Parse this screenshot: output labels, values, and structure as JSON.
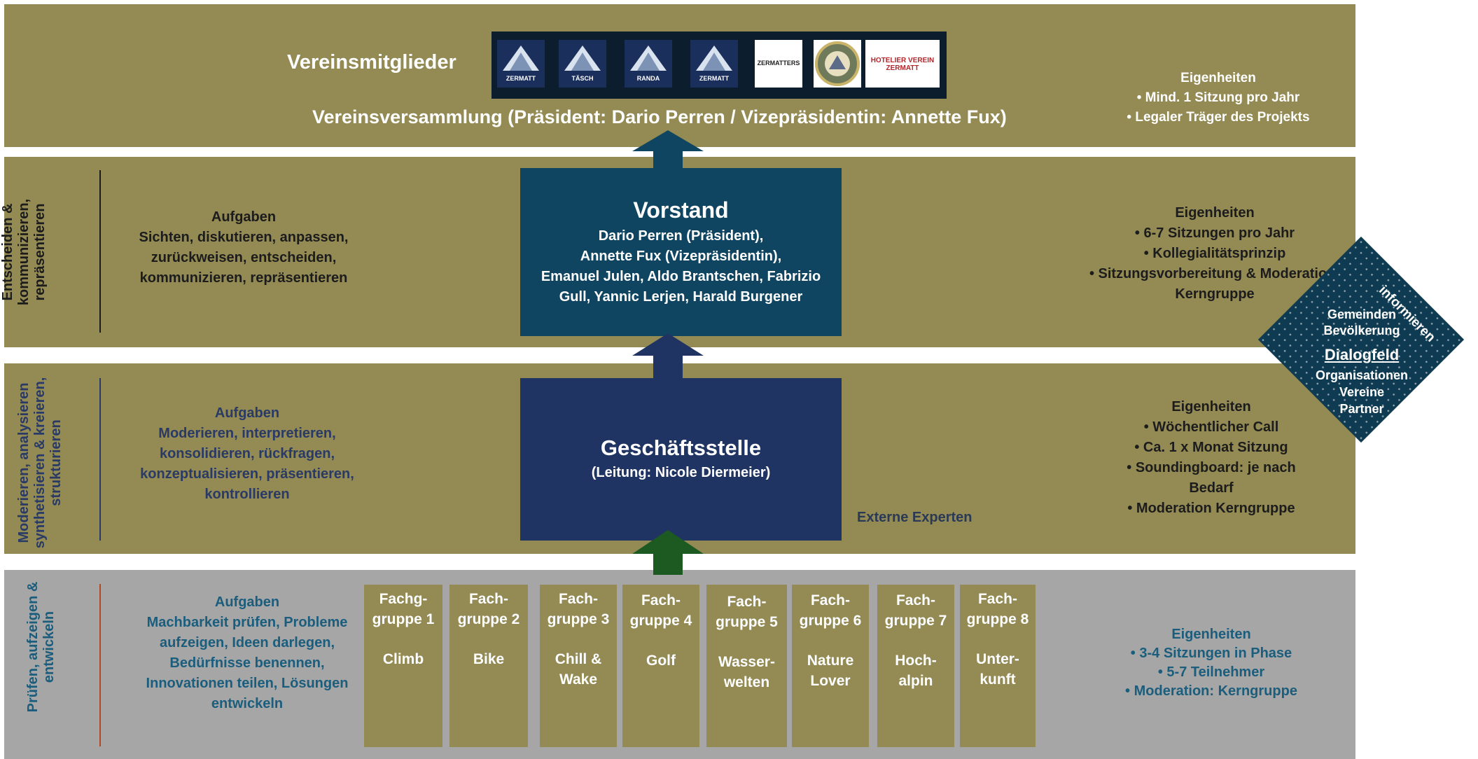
{
  "colors": {
    "olive_band": "#938a54",
    "grey_band": "#a6a6a6",
    "board_box": "#0f4561",
    "office_box": "#1f3462",
    "arrow_board": "#0f4561",
    "arrow_office": "#1f3462",
    "arrow_groups": "#1c5a22",
    "text_dark": "#1c1c1c",
    "text_navy": "#2a3a66",
    "text_teal": "#1b5d7d"
  },
  "members": {
    "title": "Vereinsmitglieder",
    "assembly": "Vereinsversammlung (Präsident: Dario Perren / Vizepräsidentin: Annette Fux)",
    "logos": [
      {
        "icon": "zermatt-mountain-logo",
        "text": "ZERMATT"
      },
      {
        "icon": "tasch-mountain-logo",
        "text": "TÄSCH"
      },
      {
        "icon": "randa-mountain-logo",
        "text": "RANDA"
      },
      {
        "icon": "zermatt-mountain-logo-2",
        "text": "ZERMATT"
      },
      {
        "icon": "zermatters-logo",
        "text": "ZERMATTERS"
      },
      {
        "icon": "seal-logo",
        "text": ""
      },
      {
        "icon": "hotelier-verein-logo",
        "text": "HOTELIER VEREIN ZERMATT"
      }
    ],
    "props_title": "Eigenheiten",
    "props": [
      "• Mind. 1 Sitzung pro Jahr",
      "• Legaler Träger des Projekts"
    ]
  },
  "board": {
    "side_label": [
      "Entscheiden &",
      "kommunizieren,",
      "repräsentieren"
    ],
    "tasks_title": "Aufgaben",
    "tasks": [
      "Sichten, diskutieren, anpassen,",
      "zurückweisen, entscheiden,",
      "kommunizieren, repräsentieren"
    ],
    "title": "Vorstand",
    "members": [
      "Dario Perren (Präsident),",
      "Annette Fux (Vizepräsidentin),",
      "Emanuel Julen, Aldo Brantschen, Fabrizio",
      "Gull, Yannic Lerjen, Harald Burgener"
    ],
    "props_title": "Eigenheiten",
    "props": [
      "• 6-7 Sitzungen pro Jahr",
      "• Kollegialitätsprinzip",
      "• Sitzungsvorbereitung & Moderation:",
      "Kerngruppe"
    ]
  },
  "office": {
    "side_label": [
      "Moderieren, analysieren",
      "synthetisieren & kreieren,",
      "strukturieren"
    ],
    "tasks_title": "Aufgaben",
    "tasks": [
      "Moderieren, interpretieren,",
      "konsolidieren, rückfragen,",
      "konzeptualisieren, präsentieren,",
      "kontrollieren"
    ],
    "title": "Geschäftsstelle",
    "lead": "(Leitung: Nicole Diermeier)",
    "external": "Externe Experten",
    "props_title": "Eigenheiten",
    "props": [
      "• Wöchentlicher Call",
      "• Ca. 1 x Monat Sitzung",
      "• Soundingboard: je nach",
      "Bedarf",
      "• Moderation Kerngruppe"
    ]
  },
  "groups": {
    "side_label": [
      "Prüfen, aufzeigen &",
      "entwickeln"
    ],
    "tasks_title": "Aufgaben",
    "tasks": [
      "Machbarkeit prüfen, Probleme",
      "aufzeigen, Ideen darlegen,",
      "Bedürfnisse benennen,",
      "Innovationen teilen, Lösungen",
      "entwickeln"
    ],
    "items": [
      {
        "l1": "Fachg-",
        "l2": "gruppe 1",
        "name": "Climb"
      },
      {
        "l1": "Fach-",
        "l2": "gruppe 2",
        "name": "Bike"
      },
      {
        "l1": "Fach-",
        "l2": "gruppe 3",
        "name": "Chill &\nWake"
      },
      {
        "l1": "Fach-",
        "l2": "gruppe 4",
        "name": "Golf"
      },
      {
        "l1": "Fach-",
        "l2": "gruppe 5",
        "name": "Wasser-\nwelten"
      },
      {
        "l1": "Fach-",
        "l2": "gruppe 6",
        "name": "Nature\nLover"
      },
      {
        "l1": "Fach-",
        "l2": "gruppe 7",
        "name": "Hoch-\nalpin"
      },
      {
        "l1": "Fach-",
        "l2": "gruppe 8",
        "name": "Unter-\nkunft"
      }
    ],
    "props_title": "Eigenheiten",
    "props": [
      "• 3-4 Sitzungen in Phase",
      "• 5-7 Teilnehmer",
      "• Moderation: Kerngruppe"
    ]
  },
  "dialog": {
    "top": [
      "Gemeinden",
      "Bevölkerung"
    ],
    "title": "Dialogfeld",
    "bottom": [
      "Organisationen",
      "Vereine",
      "Partner"
    ],
    "inform": "informieren"
  }
}
